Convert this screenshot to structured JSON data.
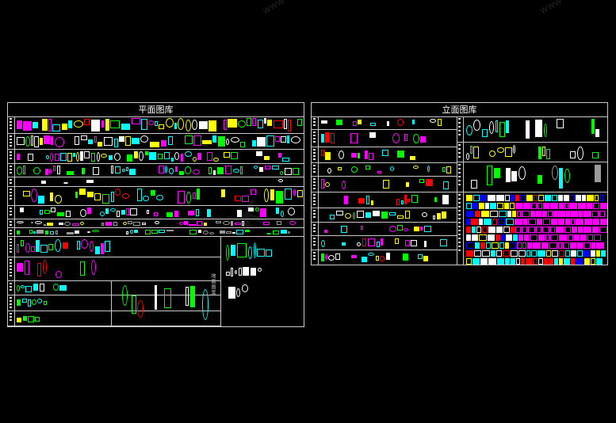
{
  "left_panel": {
    "title": "平面图库",
    "side_label": "地面图案"
  },
  "right_panel": {
    "title": "立面图库"
  },
  "palette": {
    "cyan": "#00ffff",
    "magenta": "#ff00ff",
    "yellow": "#ffff00",
    "green": "#00ff00",
    "red": "#ff0000",
    "blue": "#0000ff",
    "white": "#ffffff",
    "grey": "#9a9a9a",
    "orange": "#ff8000"
  }
}
